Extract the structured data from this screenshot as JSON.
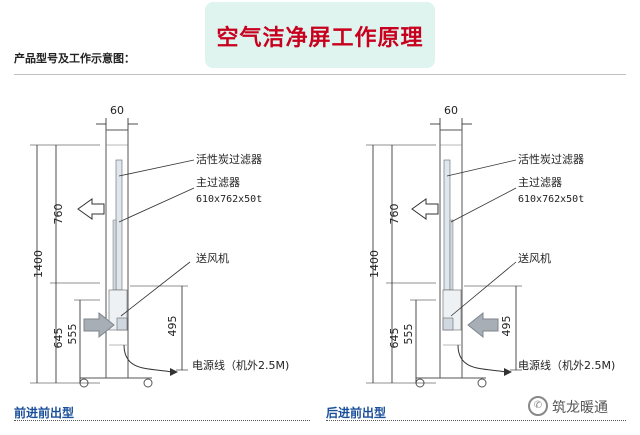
{
  "header": {
    "title": "空气洁净屏工作原理",
    "subtitle": "产品型号及工作示意图："
  },
  "diagrams": [
    {
      "caption": "前进前出型",
      "dims": {
        "width": "60",
        "total": "1400",
        "upper": "760",
        "lower": "645",
        "inner_left": "555",
        "inner_right": "495"
      },
      "labels": {
        "carbon": "活性炭过滤器",
        "main": "主过滤器",
        "main_size": "610x762x50t",
        "fan": "送风机",
        "power": "电源线（机外2.5M)"
      }
    },
    {
      "caption": "后进前出型",
      "dims": {
        "width": "60",
        "total": "1400",
        "upper": "760",
        "lower": "645",
        "inner_left": "555",
        "inner_right": "495"
      },
      "labels": {
        "carbon": "活性炭过滤器",
        "main": "主过滤器",
        "main_size": "610x762x50t",
        "fan": "送风机",
        "power": "电源线（机外2.5M)"
      }
    }
  ],
  "watermark": {
    "text": "筑龙暖通"
  }
}
